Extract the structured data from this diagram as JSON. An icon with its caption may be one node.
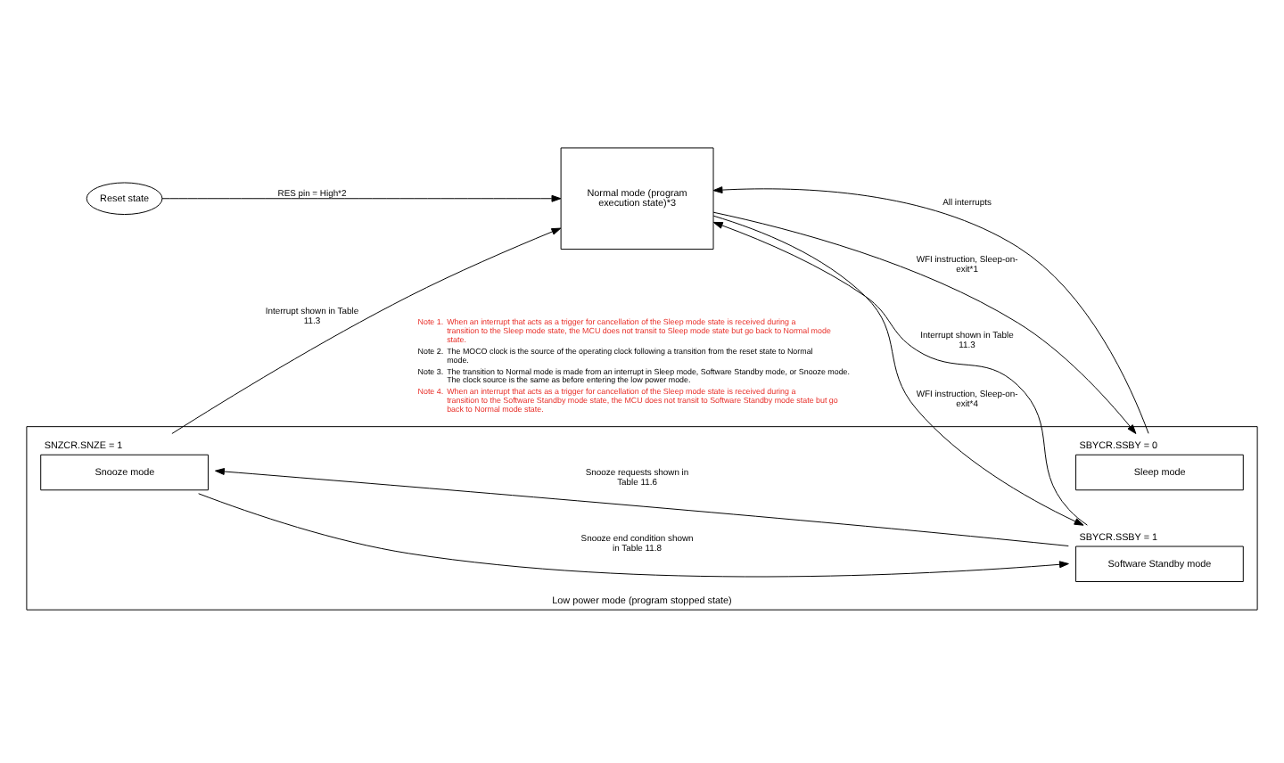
{
  "diagram": {
    "nodes": [
      {
        "text": [
          "Reset state"
        ]
      },
      {
        "text": [
          "Normal mode (program execution state)*3"
        ]
      },
      {
        "text": [
          "Low power mode (program stopped state)"
        ]
      },
      {
        "text": [
          "Sleep mode"
        ],
        "beside": [
          "SBYCR.SSBY = 0"
        ],
        "in": 2
      },
      {
        "text": [
          "Snooze mode"
        ],
        "beside": [
          "SNZCR.SNZE = 1"
        ],
        "in": 2
      },
      {
        "text": [
          "Software Standby mode"
        ],
        "beside": [
          "SBYCR.SSBY = 1"
        ],
        "in": 2
      }
    ],
    "edges": [
      {
        "from": 0,
        "to": 1,
        "arrow": "to",
        "label": "RES pin = High*2"
      },
      {
        "from": 1,
        "to": 3,
        "arrow": "to",
        "label": "WFI instruction, Sleep-on-exit*1"
      },
      {
        "from": 3,
        "to": 1,
        "arrow": "to",
        "label": "All interrupts"
      },
      {
        "from": 4,
        "to": 1,
        "arrow": "to",
        "label": "Interrupt shown in Table 11.3"
      },
      {
        "from": 1,
        "to": 5,
        "arrow": "to",
        "label": "WFI instruction, Sleep-on-exit*4"
      },
      {
        "from": 5,
        "to": 1,
        "arrow": "to",
        "label": "Interrupt shown in Table 11.3"
      },
      {
        "from": 5,
        "to": 4,
        "arrow": "to",
        "label": "Snooze requests shown in Table 11.6"
      },
      {
        "from": 4,
        "to": 5,
        "arrow": "to",
        "label": "Snooze end condition shown in Table 11.8"
      }
    ],
    "labels": [
      "Note 1.",
      "When an interrupt that acts as a trigger for cancellation of the Sleep mode state is received during a transition to the Sleep mode state, the MCU does not transit to Sleep mode state but go back to Normal mode state.",
      "Note 2.",
      "The MOCO clock is the source of the operating clock following a transition from the reset state to Normal mode.",
      "Note 3.",
      "The transition to Normal mode is made from an interrupt in Sleep mode, Software Standby mode, or Snooze mode. The clock source is the same as before entering the low power mode.",
      "Note 4.",
      "When an interrupt that acts as a trigger for cancellation of the Sleep mode state is received during a transition to the Software Standby mode state, the MCU does not transit to Software Standby mode state but go back to Normal mode state."
    ]
  }
}
